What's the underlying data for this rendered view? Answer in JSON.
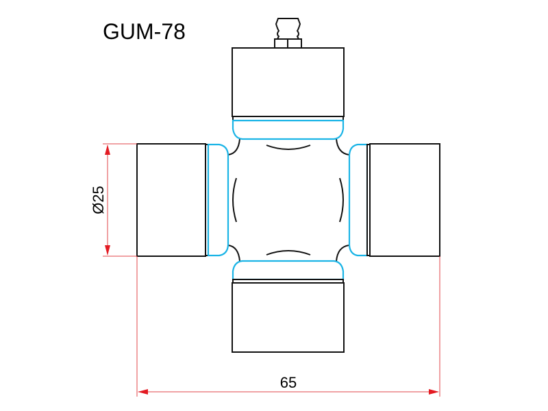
{
  "title": "GUM-78",
  "dimensions": {
    "diameter_label": "Ø25",
    "length_label": "65"
  },
  "colors": {
    "outline": "#111111",
    "seal": "#1ab4e6",
    "dimension": "#e31b23"
  }
}
